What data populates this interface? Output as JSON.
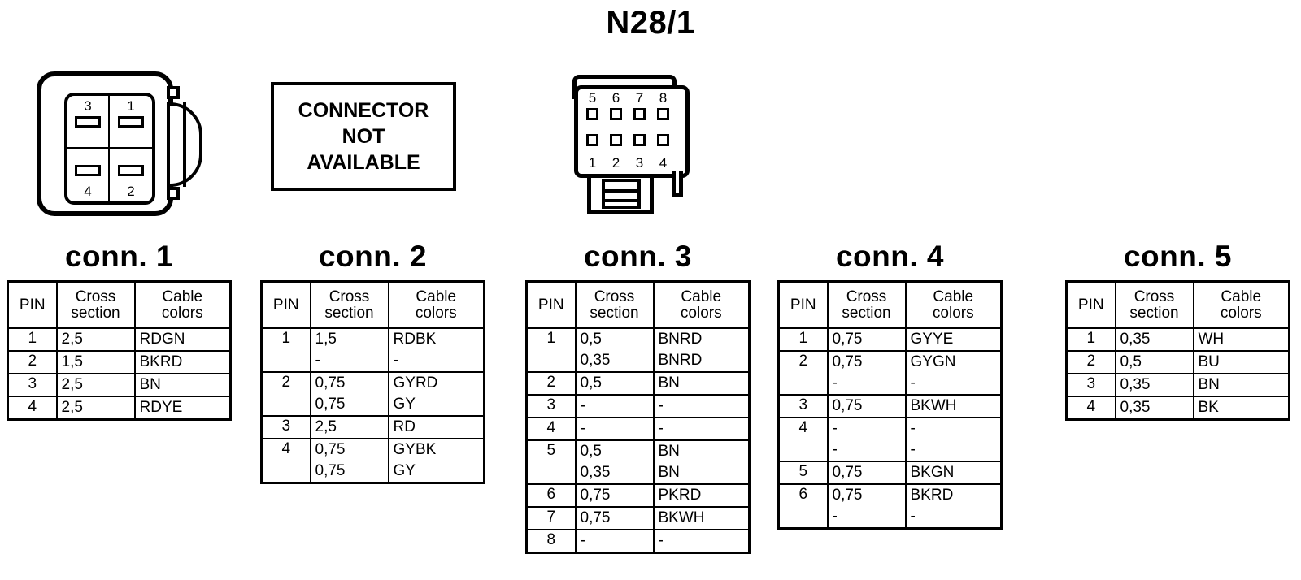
{
  "title": "N28/1",
  "connector_illustrations": [
    {
      "id": "connector-1",
      "type": "4-pin-square",
      "pins_top": [
        "3",
        "1"
      ],
      "pins_bottom": [
        "4",
        "2"
      ]
    },
    {
      "id": "connector-2",
      "type": "not-available-box",
      "lines": [
        "CONNECTOR",
        "NOT",
        "AVAILABLE"
      ]
    },
    {
      "id": "connector-3",
      "type": "8-pin-grid",
      "pins_top": [
        "5",
        "6",
        "7",
        "8"
      ],
      "pins_bottom": [
        "1",
        "2",
        "3",
        "4"
      ]
    }
  ],
  "table_headers": {
    "pin": "PIN",
    "cross_line1": "Cross",
    "cross_line2": "section",
    "cable_line1": "Cable",
    "cable_line2": "colors"
  },
  "connectors": [
    {
      "heading": "conn. 1",
      "rows": [
        {
          "pin": "1",
          "cross": [
            "2,5"
          ],
          "colors": [
            "RDGN"
          ]
        },
        {
          "pin": "2",
          "cross": [
            "1,5"
          ],
          "colors": [
            "BKRD"
          ]
        },
        {
          "pin": "3",
          "cross": [
            "2,5"
          ],
          "colors": [
            "BN"
          ]
        },
        {
          "pin": "4",
          "cross": [
            "2,5"
          ],
          "colors": [
            "RDYE"
          ]
        }
      ]
    },
    {
      "heading": "conn. 2",
      "rows": [
        {
          "pin": "1",
          "cross": [
            "1,5",
            "-"
          ],
          "colors": [
            "RDBK",
            "-"
          ]
        },
        {
          "pin": "2",
          "cross": [
            "0,75",
            "0,75"
          ],
          "colors": [
            "GYRD",
            "GY"
          ]
        },
        {
          "pin": "3",
          "cross": [
            "2,5"
          ],
          "colors": [
            "RD"
          ]
        },
        {
          "pin": "4",
          "cross": [
            "0,75",
            "0,75"
          ],
          "colors": [
            "GYBK",
            "GY"
          ]
        }
      ]
    },
    {
      "heading": "conn. 3",
      "rows": [
        {
          "pin": "1",
          "cross": [
            "0,5",
            "0,35"
          ],
          "colors": [
            "BNRD",
            "BNRD"
          ]
        },
        {
          "pin": "2",
          "cross": [
            "0,5"
          ],
          "colors": [
            "BN"
          ]
        },
        {
          "pin": "3",
          "cross": [
            "-"
          ],
          "colors": [
            "-"
          ]
        },
        {
          "pin": "4",
          "cross": [
            "-"
          ],
          "colors": [
            "-"
          ]
        },
        {
          "pin": "5",
          "cross": [
            "0,5",
            "0,35"
          ],
          "colors": [
            "BN",
            "BN"
          ]
        },
        {
          "pin": "6",
          "cross": [
            "0,75"
          ],
          "colors": [
            "PKRD"
          ]
        },
        {
          "pin": "7",
          "cross": [
            "0,75"
          ],
          "colors": [
            "BKWH"
          ]
        },
        {
          "pin": "8",
          "cross": [
            "-"
          ],
          "colors": [
            "-"
          ]
        }
      ]
    },
    {
      "heading": "conn. 4",
      "rows": [
        {
          "pin": "1",
          "cross": [
            "0,75"
          ],
          "colors": [
            "GYYE"
          ]
        },
        {
          "pin": "2",
          "cross": [
            "0,75",
            "-"
          ],
          "colors": [
            "GYGN",
            "-"
          ]
        },
        {
          "pin": "3",
          "cross": [
            "0,75"
          ],
          "colors": [
            "BKWH"
          ]
        },
        {
          "pin": "4",
          "cross": [
            "-",
            "-"
          ],
          "colors": [
            "-",
            "-"
          ]
        },
        {
          "pin": "5",
          "cross": [
            "0,75"
          ],
          "colors": [
            "BKGN"
          ]
        },
        {
          "pin": "6",
          "cross": [
            "0,75",
            "-"
          ],
          "colors": [
            "BKRD",
            "-"
          ]
        }
      ]
    },
    {
      "heading": "conn. 5",
      "rows": [
        {
          "pin": "1",
          "cross": [
            "0,35"
          ],
          "colors": [
            "WH"
          ]
        },
        {
          "pin": "2",
          "cross": [
            "0,5"
          ],
          "colors": [
            "BU"
          ]
        },
        {
          "pin": "3",
          "cross": [
            "0,35"
          ],
          "colors": [
            "BN"
          ]
        },
        {
          "pin": "4",
          "cross": [
            "0,35"
          ],
          "colors": [
            "BK"
          ]
        }
      ]
    }
  ],
  "layout": {
    "block_left": [
      "8",
      "320",
      "646",
      "956",
      "1310"
    ],
    "block_top": [
      "297",
      "297",
      "297",
      "297",
      "297"
    ]
  },
  "colors": {
    "line": "#000000",
    "background": "#ffffff"
  }
}
